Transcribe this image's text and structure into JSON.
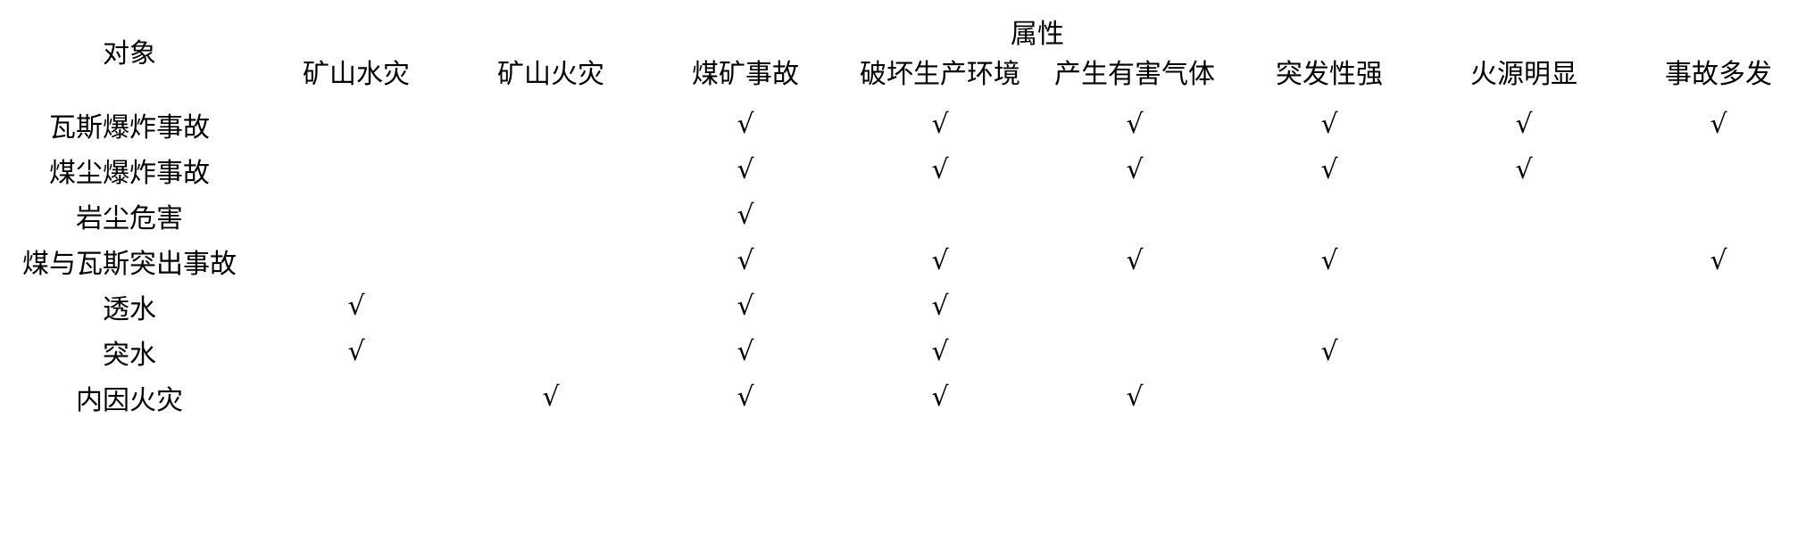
{
  "table": {
    "object_header": "对象",
    "group_header": "属性",
    "attribute_columns": [
      "矿山水灾",
      "矿山火灾",
      "煤矿事故",
      "破坏生产环境",
      "产生有害气体",
      "突发性强",
      "火源明显",
      "事故多发"
    ],
    "check_mark": "√",
    "rows": [
      {
        "label": "瓦斯爆炸事故",
        "marks": [
          false,
          false,
          true,
          true,
          true,
          true,
          true,
          true
        ]
      },
      {
        "label": "煤尘爆炸事故",
        "marks": [
          false,
          false,
          true,
          true,
          true,
          true,
          true,
          false
        ]
      },
      {
        "label": "岩尘危害",
        "marks": [
          false,
          false,
          true,
          false,
          false,
          false,
          false,
          false
        ]
      },
      {
        "label": "煤与瓦斯突出事故",
        "marks": [
          false,
          false,
          true,
          true,
          true,
          true,
          false,
          true
        ]
      },
      {
        "label": "透水",
        "marks": [
          true,
          false,
          true,
          true,
          false,
          false,
          false,
          false
        ]
      },
      {
        "label": "突水",
        "marks": [
          true,
          false,
          true,
          true,
          false,
          true,
          false,
          false
        ]
      },
      {
        "label": "内因火灾",
        "marks": [
          false,
          true,
          true,
          true,
          true,
          false,
          false,
          false
        ]
      }
    ]
  },
  "style": {
    "rule_color": "#1a1a1a",
    "text_color": "#000000",
    "background": "#ffffff"
  }
}
